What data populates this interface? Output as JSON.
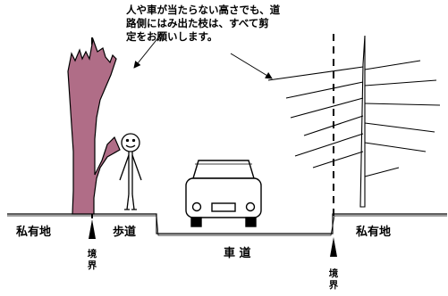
{
  "notice": {
    "lines": [
      "人や車が当たらない高さでも、道",
      "路側にはみ出た枝は、すべて剪",
      "定をお願いします。"
    ]
  },
  "labels": {
    "private_land_left": "私有地",
    "sidewalk": "歩道",
    "roadway": "車 道",
    "private_land_right": "私有地"
  },
  "boundary": {
    "left": [
      "境",
      "界"
    ],
    "right": [
      "境",
      "界"
    ]
  },
  "colors": {
    "tree_fill": "#b06d87",
    "line": "#000000",
    "background": "#ffffff"
  }
}
